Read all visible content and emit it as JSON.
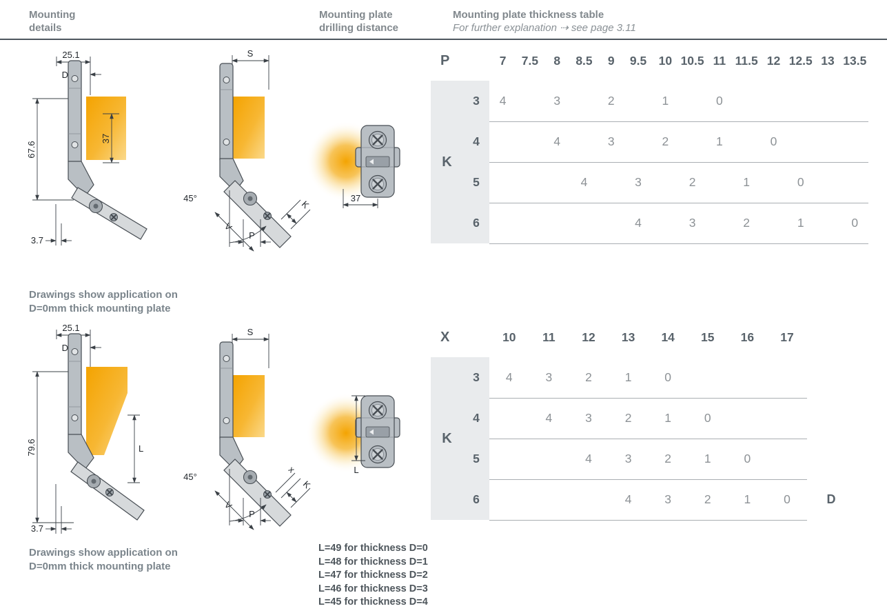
{
  "header": {
    "col1_line1": "Mounting",
    "col1_line2": "details",
    "col2_line1": "Mounting plate",
    "col2_line2": "drilling distance",
    "col3_title": "Mounting plate thickness table",
    "col3_subtitle": "For further explanation ⇢ see page 3.11"
  },
  "drawings": {
    "note_line1": "Drawings show application on",
    "note_line2": "D=0mm thick mounting plate",
    "d1": {
      "width": "25.1",
      "plate_offset": "D",
      "height": "67.6",
      "inner": "37",
      "base_offset": "3.7"
    },
    "d2": {
      "top": "S",
      "angle": "45°",
      "v": "V",
      "p": "P",
      "k": "K"
    },
    "d3": {
      "width": "37"
    },
    "d4": {
      "width": "25.1",
      "plate_offset": "D",
      "height": "79.6",
      "inner": "L",
      "base_offset": "3.7"
    },
    "d5": {
      "top": "S",
      "angle": "45°",
      "v": "V",
      "p": "P",
      "k": "K",
      "x": "x"
    },
    "d6": {
      "height": "L"
    }
  },
  "tables": [
    {
      "axis_label": "P",
      "row_axis_label": "K",
      "columns": [
        "7",
        "7.5",
        "8",
        "8.5",
        "9",
        "9.5",
        "10",
        "10.5",
        "11",
        "11.5",
        "12",
        "12.5",
        "13",
        "13.5"
      ],
      "rows": [
        {
          "k": "3",
          "cells": [
            "4",
            "",
            "3",
            "",
            "2",
            "",
            "1",
            "",
            "0",
            "",
            "",
            "",
            "",
            ""
          ]
        },
        {
          "k": "4",
          "cells": [
            "",
            "",
            "4",
            "",
            "3",
            "",
            "2",
            "",
            "1",
            "",
            "0",
            "",
            "",
            ""
          ]
        },
        {
          "k": "5",
          "cells": [
            "",
            "",
            "",
            "4",
            "",
            "3",
            "",
            "2",
            "",
            "1",
            "",
            "0",
            "",
            ""
          ]
        },
        {
          "k": "6",
          "cells": [
            "",
            "",
            "",
            "",
            "",
            "4",
            "",
            "3",
            "",
            "2",
            "",
            "1",
            "",
            "0"
          ]
        }
      ]
    },
    {
      "axis_label": "X",
      "row_axis_label": "K",
      "columns": [
        "10",
        "11",
        "12",
        "13",
        "14",
        "15",
        "16",
        "17"
      ],
      "rows": [
        {
          "k": "3",
          "cells": [
            "4",
            "3",
            "2",
            "1",
            "0",
            "",
            "",
            ""
          ]
        },
        {
          "k": "4",
          "cells": [
            "",
            "4",
            "3",
            "2",
            "1",
            "0",
            "",
            ""
          ]
        },
        {
          "k": "5",
          "cells": [
            "",
            "",
            "4",
            "3",
            "2",
            "1",
            "0",
            ""
          ]
        },
        {
          "k": "6",
          "cells": [
            "",
            "",
            "",
            "4",
            "3",
            "2",
            "1",
            "0"
          ],
          "suffix": "D"
        }
      ]
    }
  ],
  "footnotes": [
    "L=49 for thickness D=0",
    "L=48 for thickness D=1",
    "L=47 for thickness D=2",
    "L=46 for thickness D=3",
    "L=45 for thickness D=4"
  ],
  "colors": {
    "accent_orange": "#f4a300",
    "table_axis_text": "#59636b",
    "table_value_text": "#8d9296",
    "k_column_background": "#e9ebed"
  }
}
